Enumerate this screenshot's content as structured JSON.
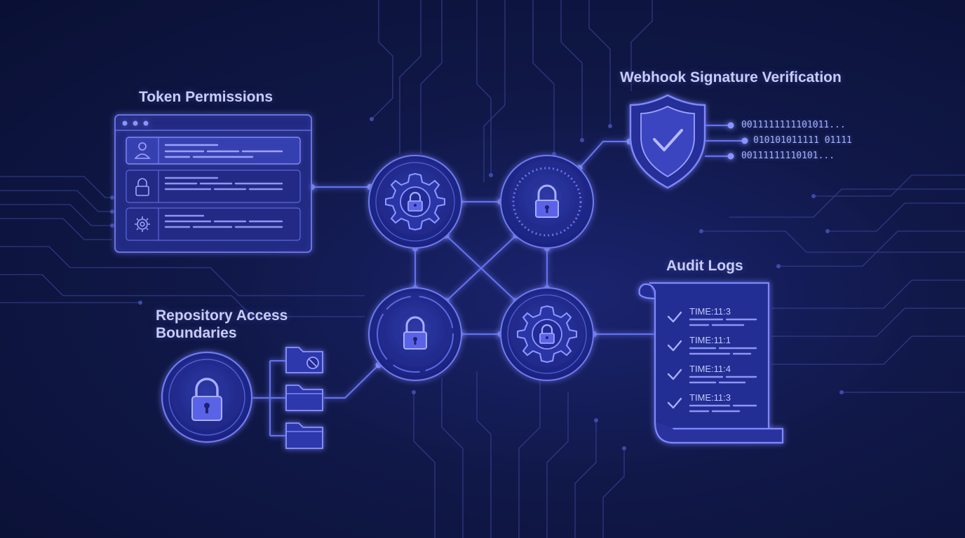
{
  "labels": {
    "token_permissions": "Token Permissions",
    "webhook_signature": "Webhook Signature Verification",
    "repo_access_line1": "Repository Access",
    "repo_access_line2": "Boundaries",
    "audit_logs": "Audit Logs"
  },
  "binary_lines": [
    "001​11111​111010​11...",
    "010101011111 01​111",
    "001​11111​11010​1..."
  ],
  "audit_entries": [
    "TIME:11:3",
    "TIME:11:1",
    "TIME:11:4",
    "TIME:11:3"
  ],
  "colors": {
    "accent": "#7c86ff",
    "line": "#5a66e0",
    "panel_fill": "#2a3190",
    "text": "#c9cdf6"
  },
  "icons": {
    "panel_rows": [
      "user-icon",
      "lock-icon",
      "gear-icon"
    ],
    "hub_nodes": [
      "gear-lock-icon",
      "lock-icon",
      "lock-icon",
      "gear-lock-icon"
    ],
    "folders": [
      "folder-blocked-icon",
      "folder-icon",
      "folder-icon"
    ]
  }
}
